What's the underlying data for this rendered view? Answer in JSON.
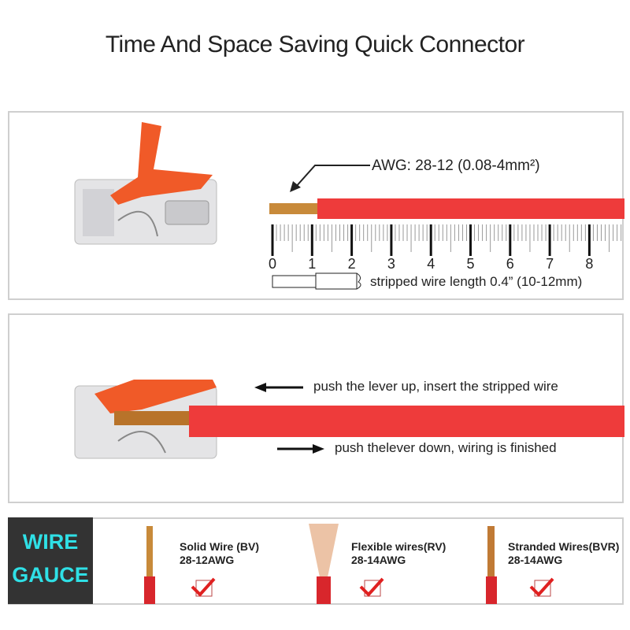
{
  "title": "Time And Space Saving Quick Connector",
  "panel1": {
    "awg_label": "AWG: 28-12 (0.08-4mm²)",
    "ruler_labels": [
      "0",
      "1",
      "2",
      "3",
      "4",
      "5",
      "6",
      "7",
      "8"
    ],
    "strip_label": "stripped wire length 0.4” (10-12mm)"
  },
  "panel2": {
    "step1": "push the lever up, insert the stripped wire",
    "step2": "push thelever down, wiring is finished"
  },
  "panel3": {
    "heading_line1": "WIRE",
    "heading_line2": "GAUCE",
    "wires": [
      {
        "name": "Solid Wire (BV)",
        "range": "28-12AWG",
        "checked": true
      },
      {
        "name": "Flexible wires(RV)",
        "range": "28-14AWG",
        "checked": true
      },
      {
        "name": "Stranded Wires(BVR)",
        "range": "28-14AWG",
        "checked": true
      }
    ]
  },
  "colors": {
    "wire_red": "#ee3b3b",
    "copper": "#c88a3a",
    "lever_orange": "#f05a28",
    "gauge_text": "#2fe0e6",
    "check_red": "#e02020"
  }
}
